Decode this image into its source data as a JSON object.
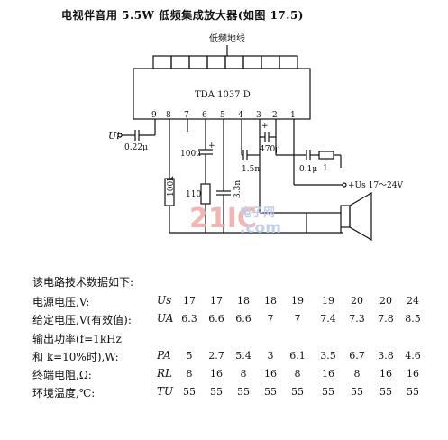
{
  "title": "电视伴音用 5.5W 低频集成放大器(如图 17.5)",
  "circuit": {
    "ground_label": "低频地线",
    "ic_label": "TDA 1037 D",
    "pins": [
      "9",
      "8",
      "7",
      "6",
      "5",
      "4",
      "3",
      "2",
      "1"
    ],
    "input_label": "Ui",
    "components": {
      "c_in": "0.22μ",
      "c_100": "100μ",
      "r_100k": "100k",
      "r_110": "110",
      "c_3n3": "3.3n",
      "c_1n5": "1.5n",
      "c_470": "470μ",
      "c_0_1": "0.1μ",
      "r_1": "1",
      "supply": "+Us 17～24V",
      "plus_sign": "+"
    },
    "watermark": {
      "main": "21IC",
      "cn": "电子网",
      "dot": ".com"
    }
  },
  "specs": {
    "heading": "该电路技术数据如下:",
    "rows": [
      {
        "label": "电源电压,V:",
        "symbol": "Us",
        "values": [
          "17",
          "17",
          "18",
          "18",
          "19",
          "19",
          "20",
          "20",
          "24"
        ]
      },
      {
        "label": "给定电压,V(有效值):",
        "symbol": "UA",
        "values": [
          "6.3",
          "6.6",
          "6.6",
          "7",
          "7",
          "7.4",
          "7.3",
          "7.8",
          "8.5"
        ]
      },
      {
        "label": "输出功率(f=1kHz",
        "symbol": "",
        "values": []
      },
      {
        "label": "和 k=10%时),W:",
        "symbol": "PA",
        "values": [
          "5",
          "2.7",
          "5.4",
          "3",
          "6.1",
          "3.5",
          "6.7",
          "3.8",
          "4.6"
        ]
      },
      {
        "label": "终端电阻,Ω:",
        "symbol": "RL",
        "values": [
          "8",
          "16",
          "8",
          "16",
          "8",
          "16",
          "8",
          "16",
          "16"
        ]
      },
      {
        "label": "环境温度,℃:",
        "symbol": "TU",
        "values": [
          "55",
          "55",
          "55",
          "55",
          "55",
          "55",
          "55",
          "55",
          "55"
        ]
      }
    ]
  }
}
